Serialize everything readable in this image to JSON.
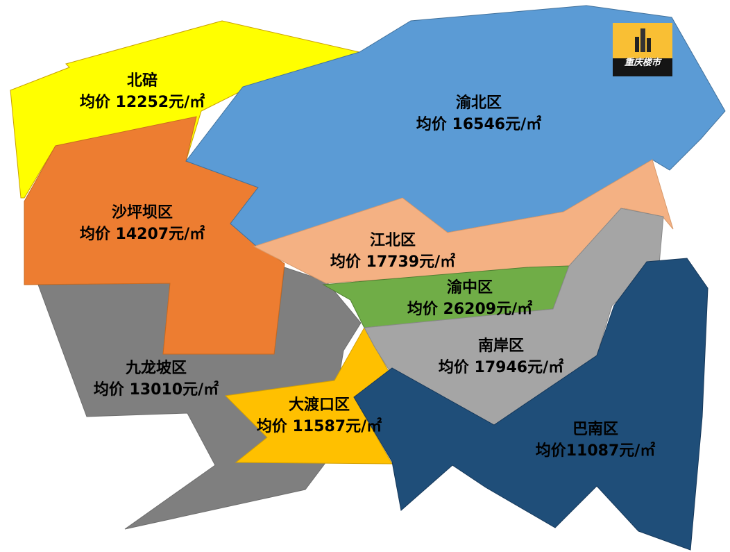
{
  "logo": {
    "text": "重庆楼市"
  },
  "districts": [
    {
      "id": "jiulongpo",
      "name": "九龙坡区",
      "price": "均价 13010元/㎡",
      "color": "#7f7f7f"
    },
    {
      "id": "beibei",
      "name": "北碚",
      "price": "均价 12252元/㎡",
      "color": "#ffff00"
    },
    {
      "id": "shapingba",
      "name": "沙坪坝区",
      "price": "均价 14207元/㎡",
      "color": "#ed7d31"
    },
    {
      "id": "yubei",
      "name": "渝北区",
      "price": "均价 16546元/㎡",
      "color": "#5b9bd5"
    },
    {
      "id": "jiangbei",
      "name": "江北区",
      "price": "均价 17739元/㎡",
      "color": "#f4b183"
    },
    {
      "id": "dadukou",
      "name": "大渡口区",
      "price": "均价 11587元/㎡",
      "color": "#ffc000"
    },
    {
      "id": "yuzhong",
      "name": "渝中区",
      "price": "均价 26209元/㎡",
      "color": "#70ad47"
    },
    {
      "id": "nanan",
      "name": "南岸区",
      "price": "均价 17946元/㎡",
      "color": "#a5a5a5"
    },
    {
      "id": "banan",
      "name": "巴南区",
      "price": "均价11087元/㎡",
      "color": "#1f4e79"
    }
  ]
}
